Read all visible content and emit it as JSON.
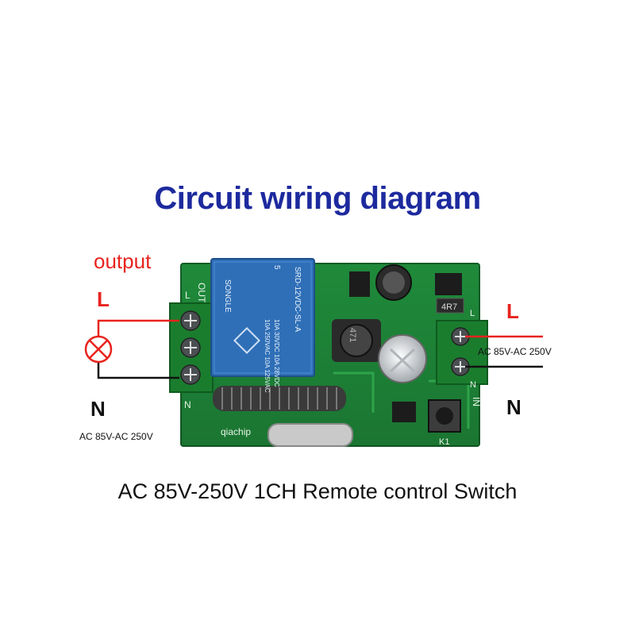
{
  "title": "Circuit wiring diagram",
  "subtitle": "AC 85V-250V 1CH Remote control Switch",
  "left": {
    "output_label": "output",
    "L_label": "L",
    "N_label": "N",
    "voltage_label": "AC 85V-AC 250V"
  },
  "right": {
    "L_label": "L",
    "N_label": "N",
    "voltage_label": "AC 85V-AC 250V"
  },
  "board": {
    "out_label": "OUT",
    "out_L": "L",
    "out_N": "N",
    "in_label": "IN",
    "in_L": "L",
    "in_N": "N",
    "relay_brand": "SONGLE",
    "relay_model": "SRD-12VDC-SL-A",
    "relay_rating_1": "10A 250VAC  10A 125VAC",
    "relay_rating_2": "10A 30VDC  10A 28VDC",
    "relay_pins": "5",
    "resistor_code": "4R7",
    "inductor_code": "471",
    "button_label": "K1",
    "silkscreen": "qiachip"
  },
  "colors": {
    "title": "#1d2a9e",
    "red": "#e8231e",
    "pcb": "#1f8a3a",
    "relay": "#2f6fb7",
    "terminal": "#1a7d2e"
  }
}
